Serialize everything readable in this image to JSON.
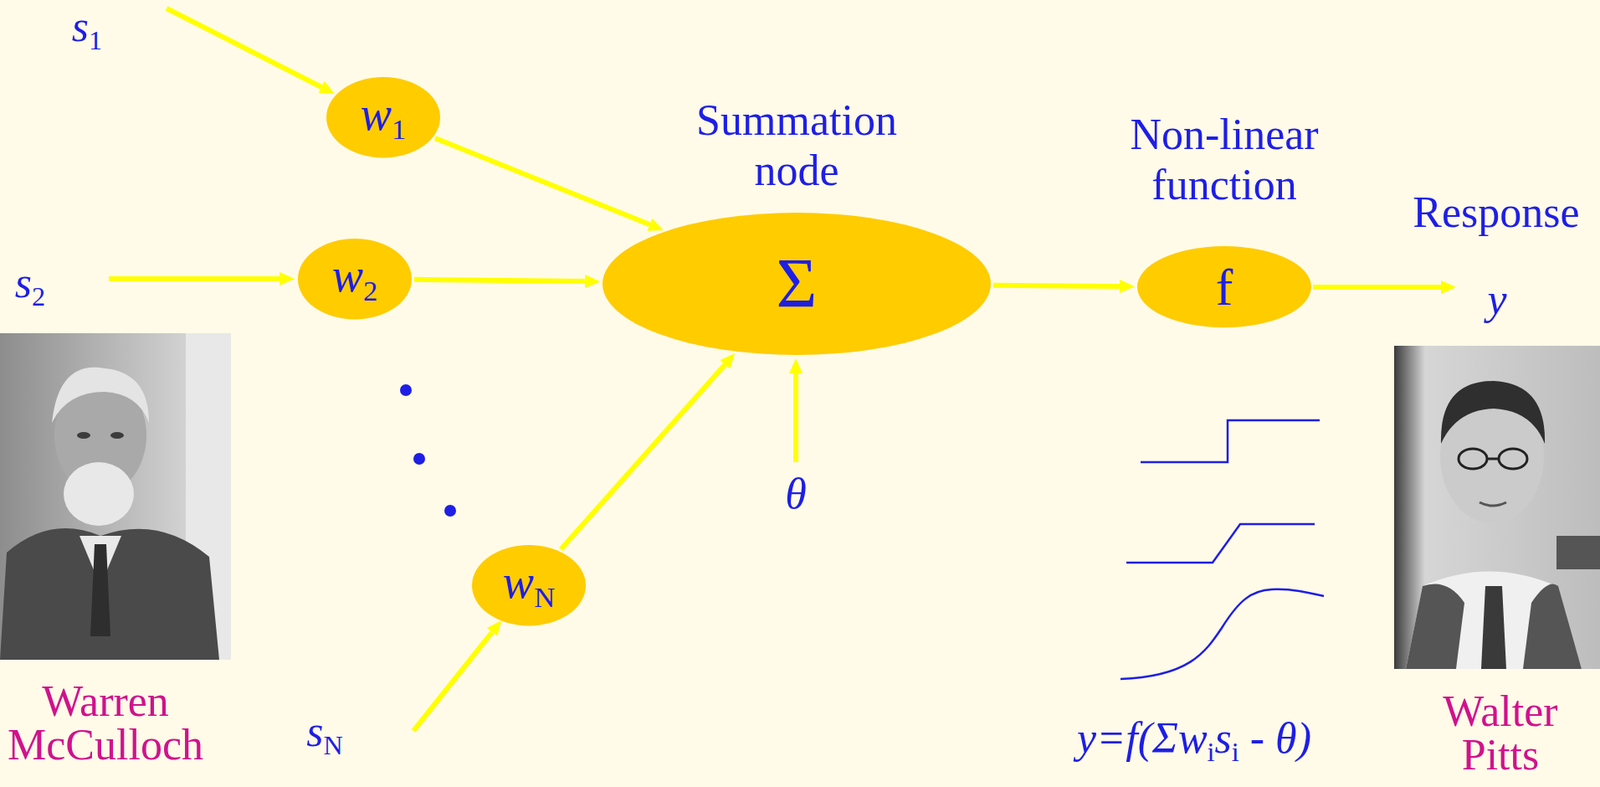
{
  "diagram": {
    "nodes": [
      {
        "text": [
          "w1"
        ]
      },
      {
        "text": [
          "w2"
        ]
      },
      {
        "text": [
          "wN"
        ]
      },
      {
        "text": [
          "Summation node",
          "Σ"
        ]
      },
      {
        "text": [
          "Non-linear function",
          "f"
        ]
      }
    ],
    "edges": [
      {
        "from": 0,
        "to": 3,
        "arrow": "to"
      },
      {
        "from": 1,
        "to": 3,
        "arrow": "to"
      },
      {
        "from": 2,
        "to": 3,
        "arrow": "to"
      },
      {
        "from": 3,
        "to": 4,
        "arrow": "to"
      }
    ],
    "labels": [
      "s1",
      "s2",
      "sN",
      "θ",
      "Response",
      "y",
      "Warren McCulloch",
      "Walter Pitts",
      "y=f(Σwisi - θ)"
    ]
  }
}
